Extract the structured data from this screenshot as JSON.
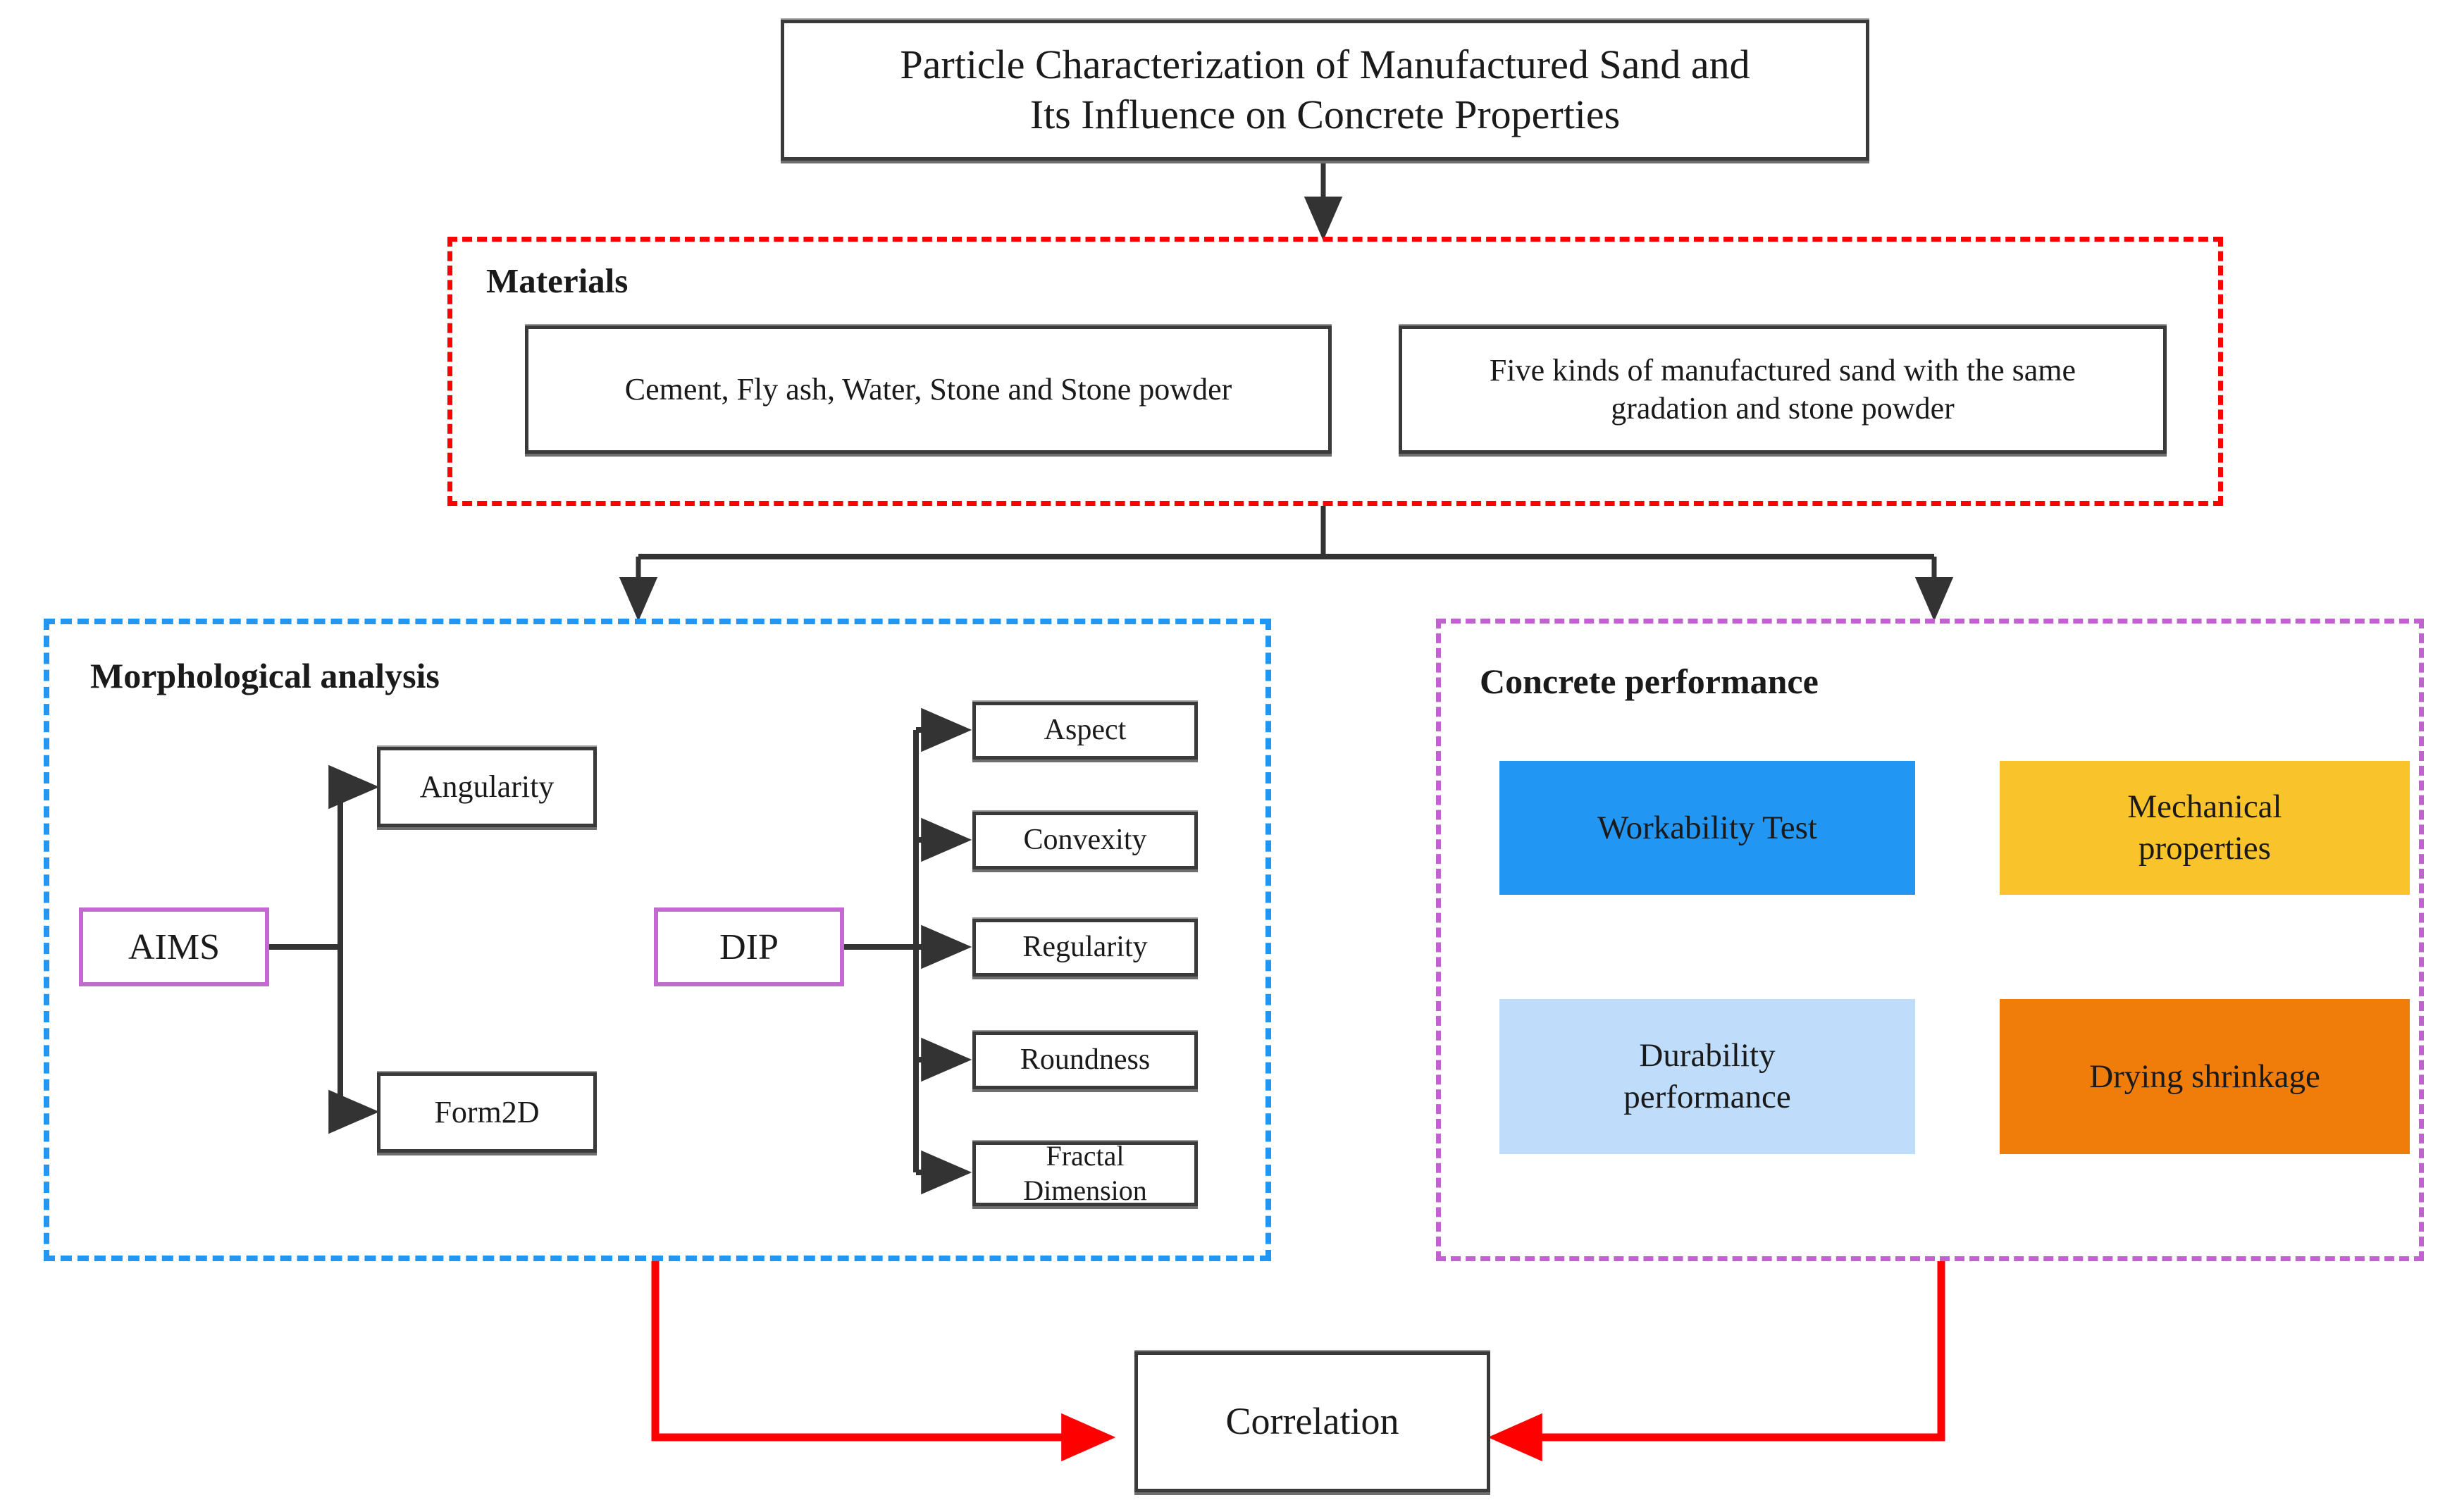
{
  "title_box": {
    "line1": "Particle Characterization of Manufactured Sand and",
    "line2": "Its Influence on Concrete Properties"
  },
  "materials": {
    "group_label": "Materials",
    "boxes": [
      {
        "text": "Cement, Fly ash, Water, Stone and Stone powder"
      },
      {
        "line1": "Five kinds of manufactured sand with the same",
        "line2": "gradation and stone powder"
      }
    ]
  },
  "morphological": {
    "group_label": "Morphological analysis",
    "aims": {
      "label": "AIMS"
    },
    "aims_children": [
      {
        "label": "Angularity"
      },
      {
        "label": "Form2D"
      }
    ],
    "dip": {
      "label": "DIP"
    },
    "dip_children": [
      {
        "label": "Aspect"
      },
      {
        "label": "Convexity"
      },
      {
        "label": "Regularity"
      },
      {
        "label": "Roundness"
      },
      {
        "line1": "Fractal",
        "line2": "Dimension"
      }
    ]
  },
  "concrete": {
    "group_label": "Concrete performance",
    "boxes": [
      {
        "label": "Workability Test",
        "color": "#2196f3"
      },
      {
        "line1": "Mechanical",
        "line2": "properties",
        "color": "#f9c32c"
      },
      {
        "line1": "Durability",
        "line2": "performance",
        "color": "#bfdcfa"
      },
      {
        "label": "Drying shrinkage",
        "color": "#f07d0a"
      }
    ]
  },
  "correlation": {
    "label": "Correlation"
  },
  "colors": {
    "materials_frame": "#ff0000",
    "morphological_frame": "#2196f3",
    "concrete_frame": "#c163ce",
    "purple_node": "#c06ccd",
    "arrow_dark": "#333333",
    "arrow_red": "#ff0000"
  }
}
